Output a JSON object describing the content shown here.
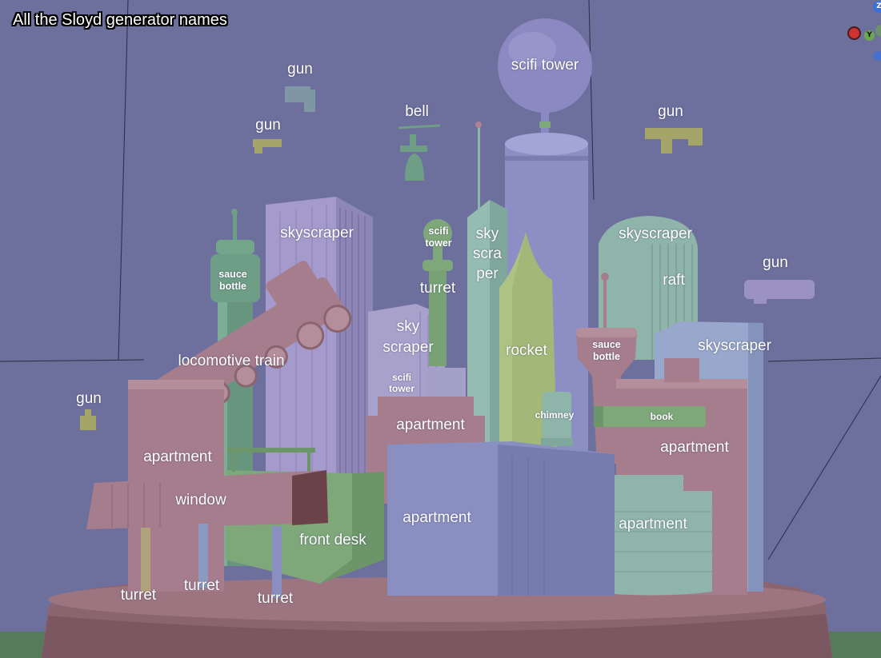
{
  "title": "All the Sloyd generator names",
  "gizmo": {
    "z_label": "Z",
    "y_label": "Y",
    "x_color": "#cc3333",
    "y_color": "#6aa84f",
    "z_color": "#3d6fd8"
  },
  "colors": {
    "background": "#6d6f9d",
    "pink": "#a57d8d",
    "green": "#6f9e86",
    "lavender": "#9b92c2",
    "blue": "#8a8fc2",
    "olive": "#a5a56a",
    "teal": "#8fb5aa",
    "base": "#8e6a75"
  },
  "labels": {
    "scifi_tower_main": "scifi tower",
    "gun_top": "gun",
    "gun_upper_left": "gun",
    "bell": "bell",
    "gun_right_top": "gun",
    "gun_right": "gun",
    "gun_left": "gun",
    "skyscraper_left": "skyscraper",
    "skyscraper_right_top": "skyscraper",
    "skyscraper_right": "skyscraper",
    "scifi_tower_small": "scifi\ntower",
    "sky_scra_per": "sky\nscra\nper",
    "raft": "raft",
    "sauce_bottle_left": "sauce\nbottle",
    "sauce_bottle_right": "sauce\nbottle",
    "turret_mid": "turret",
    "sky_scraper_mid": "sky\nscraper",
    "rocket": "rocket",
    "locomotive_train": "locomotive train",
    "scifi_tower_tiny": "scifi\ntower",
    "chimney": "chimney",
    "book": "book",
    "apartment_center_top": "apartment",
    "apartment_left": "apartment",
    "apartment_right": "apartment",
    "window": "window",
    "apartment_center": "apartment",
    "apartment_right_low": "apartment",
    "front_desk": "front desk",
    "turret_1": "turret",
    "turret_2": "turret",
    "turret_3": "turret"
  }
}
